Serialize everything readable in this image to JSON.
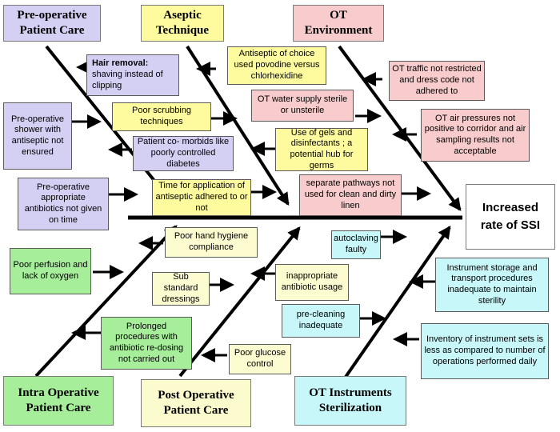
{
  "effect": {
    "line1": "Increased",
    "line2": "rate of SSI"
  },
  "categories": {
    "preop": "Pre-operative Patient Care",
    "aseptic": "Aseptic Technique",
    "ot_env": "OT Environment",
    "intraop": "Intra Operative Patient Care",
    "postop": "Post Operative Patient Care",
    "instruments": "OT Instruments Sterilization"
  },
  "causes": {
    "hair_removal_title": "Hair removal:",
    "hair_removal_text": "shaving instead of clipping",
    "preop_shower": "Pre-operative shower with antiseptic not ensured",
    "comorbids": "Patient co- morbids like poorly controlled diabetes",
    "preop_antibiotics": "Pre-operative appropriate antibiotics not given on time",
    "antiseptic_choice": "Antiseptic of choice used povodine versus chlorhexidine",
    "poor_scrubbing": "Poor scrubbing techniques",
    "time_antiseptic": "Time for application of antiseptic adhered to or not",
    "ot_traffic": "OT traffic not restricted and dress code not adhered to",
    "water_supply": "OT water supply sterile or unsterile",
    "air_pressures": "OT air pressures not positive to corridor and air sampling results not acceptable",
    "gels": "Use of gels and disinfectants ; a potential hub for germs",
    "separate_pathways": "separate pathways not used for clean and dirty linen",
    "poor_perfusion": "Poor perfusion and lack of oxygen",
    "prolonged": "Prolonged procedures with antibiotic re-dosing not carried out",
    "hand_hygiene": "Poor hand hygiene compliance",
    "dressings": "Sub standard dressings",
    "antibiotic_usage": "inappropriate antibiotic usage",
    "glucose": "Poor glucose control",
    "autoclaving": "autoclaving faulty",
    "instrument_storage": "Instrument storage and transport procedures inadequate to maintain sterility",
    "precleaning": "pre-cleaning inadequate",
    "inventory": "Inventory of instrument sets is less as compared to number of operations performed daily"
  },
  "colors": {
    "purple": "#d4d0f4",
    "yellow": "#fdfb9e",
    "pink": "#f8cccc",
    "green": "#a6ee9a",
    "cyan": "#c8f7fa",
    "line": "#000000"
  }
}
